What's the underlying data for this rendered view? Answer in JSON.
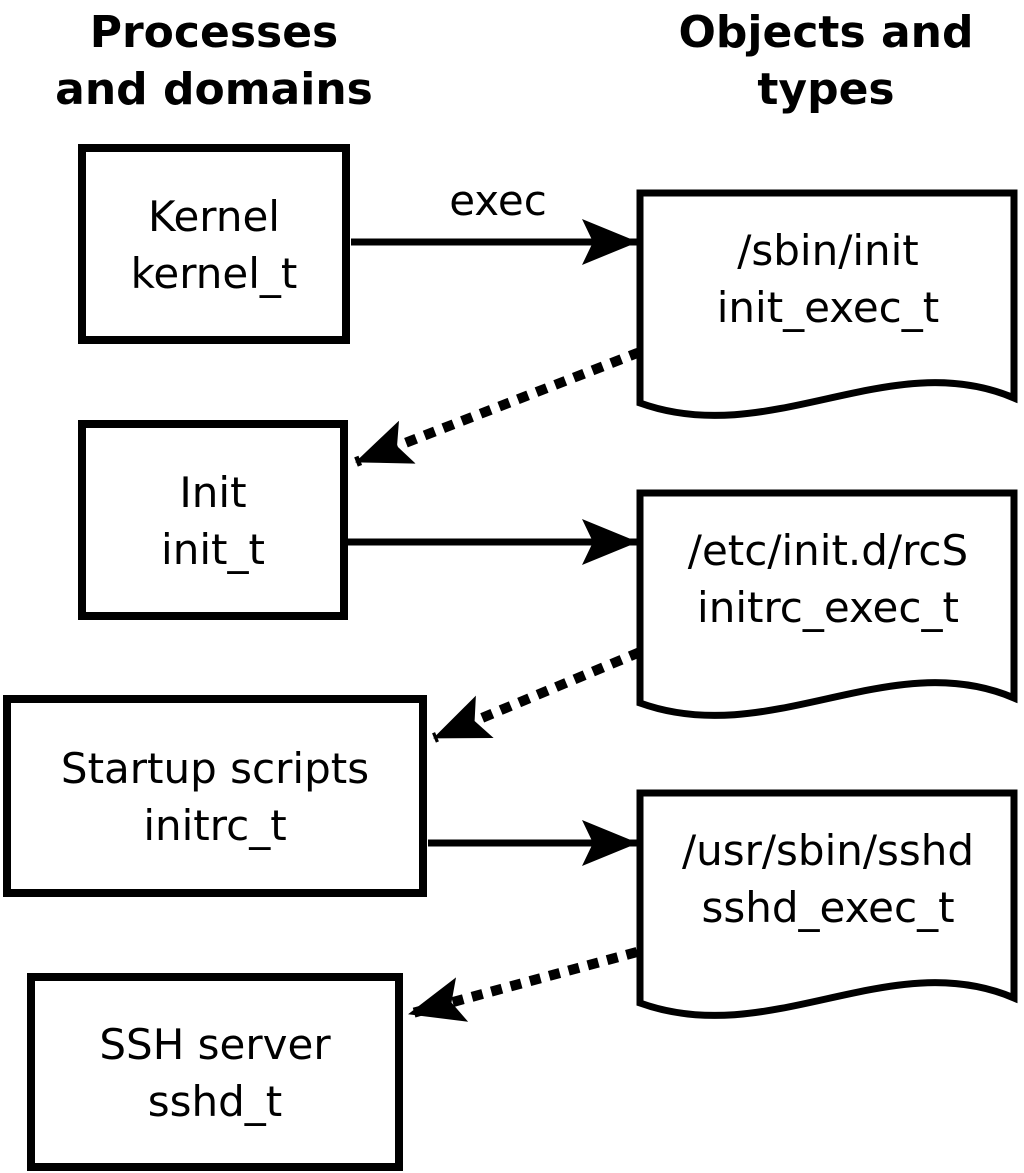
{
  "diagram": {
    "column_left_title": "Processes\nand domains",
    "column_right_title": "Objects and\ntypes",
    "exec_label": "exec",
    "colors": {
      "foreground": "#000000",
      "background": "#ffffff"
    },
    "processes": [
      {
        "label": "Kernel",
        "type": "kernel_t"
      },
      {
        "label": "Init",
        "type": "init_t"
      },
      {
        "label": "Startup scripts",
        "type": "initrc_t"
      },
      {
        "label": "SSH server",
        "type": "sshd_t"
      }
    ],
    "objects": [
      {
        "path": "/sbin/init",
        "type": "init_exec_t"
      },
      {
        "path": "/etc/init.d/rcS",
        "type": "initrc_exec_t"
      },
      {
        "path": "/usr/sbin/sshd",
        "type": "sshd_exec_t"
      }
    ],
    "edges": [
      {
        "from": "kernel_t",
        "to": "init_exec_t",
        "style": "solid",
        "label": "exec"
      },
      {
        "from": "init_exec_t",
        "to": "init_t",
        "style": "dotted",
        "label": ""
      },
      {
        "from": "init_t",
        "to": "initrc_exec_t",
        "style": "solid",
        "label": ""
      },
      {
        "from": "initrc_exec_t",
        "to": "initrc_t",
        "style": "dotted",
        "label": ""
      },
      {
        "from": "initrc_t",
        "to": "sshd_exec_t",
        "style": "solid",
        "label": ""
      },
      {
        "from": "sshd_exec_t",
        "to": "sshd_t",
        "style": "dotted",
        "label": ""
      }
    ]
  }
}
